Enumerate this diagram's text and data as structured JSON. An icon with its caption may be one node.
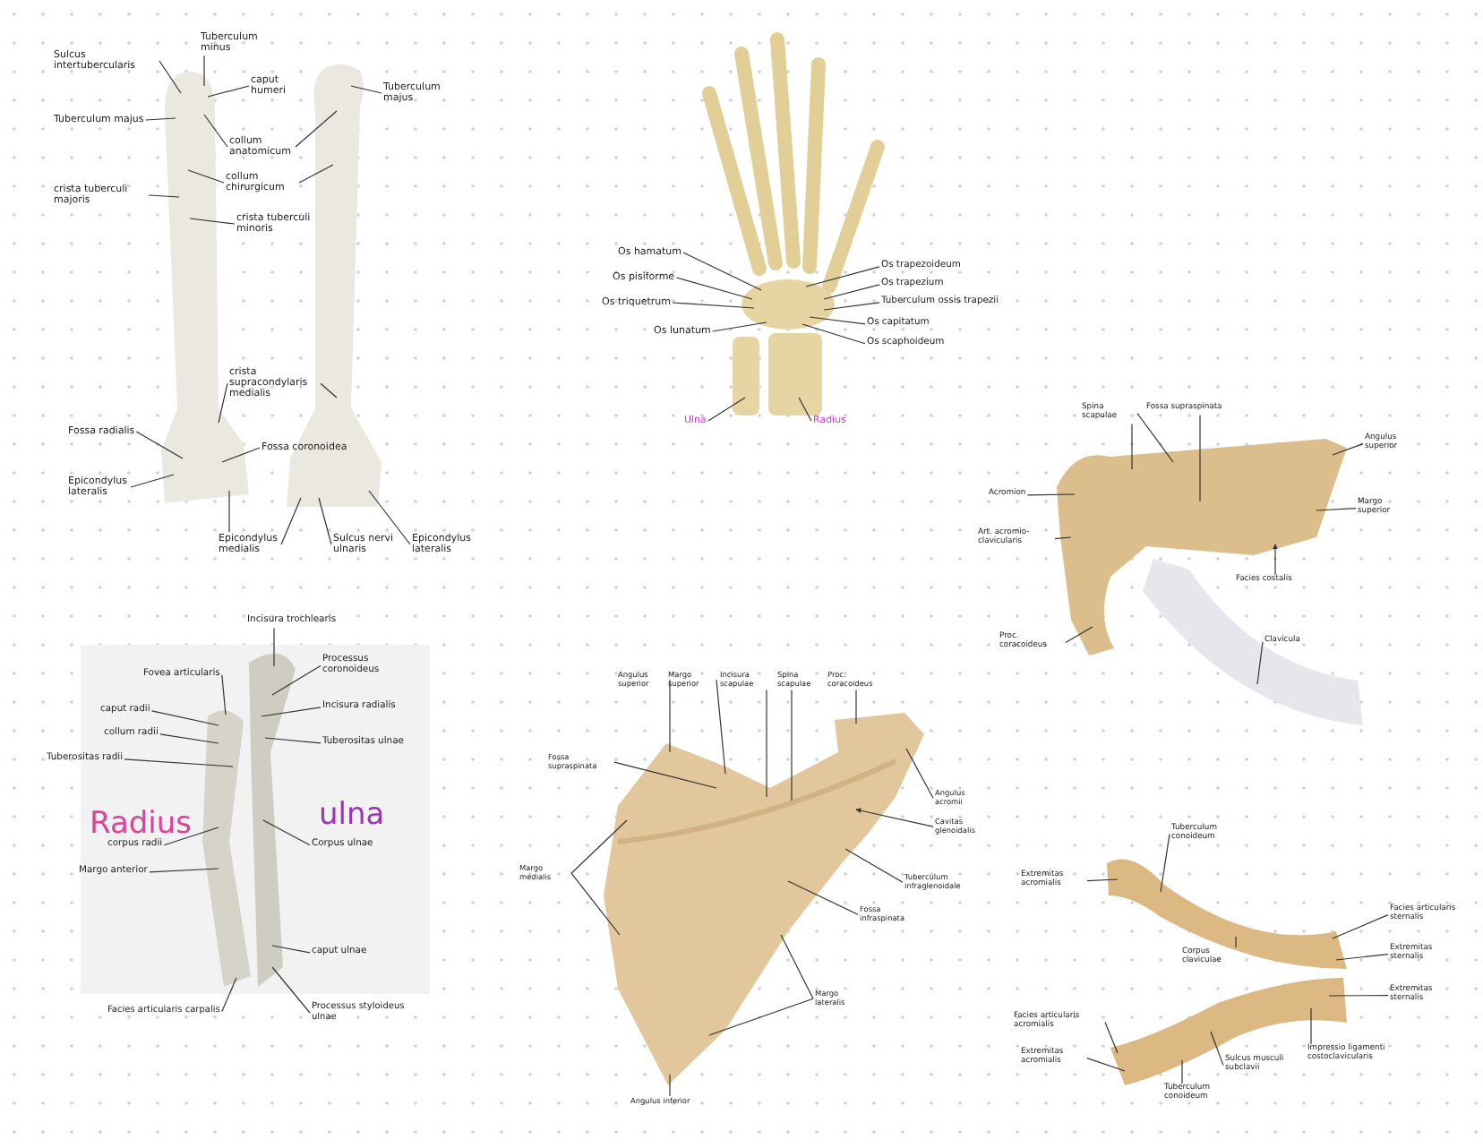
{
  "diagram": {
    "nodes": [
      {
        "text": [
          "Sulcus intertubercularis"
        ]
      },
      {
        "text": [
          "Tuberculum minus"
        ]
      },
      {
        "text": [
          "caput humeri"
        ]
      },
      {
        "text": [
          "Tuberculum majus"
        ]
      },
      {
        "text": [
          "Tuberculum majus"
        ]
      },
      {
        "text": [
          "collum anatomicum"
        ]
      },
      {
        "text": [
          "collum chirurgicum"
        ]
      },
      {
        "text": [
          "crista tuberculi majoris"
        ]
      },
      {
        "text": [
          "crista tuberculi minoris"
        ]
      },
      {
        "text": [
          "crista supracondylaris medialis"
        ]
      },
      {
        "text": [
          "Fossa radialis"
        ]
      },
      {
        "text": [
          "Fossa coronoidea"
        ]
      },
      {
        "text": [
          "Epicondylus lateralis"
        ]
      },
      {
        "text": [
          "Epicondylus medialis"
        ]
      },
      {
        "text": [
          "Sulcus nervi ulnaris"
        ]
      },
      {
        "text": [
          "Epicondylus lateralis"
        ]
      },
      {
        "text": [
          "Os hamatum"
        ]
      },
      {
        "text": [
          "Os pisiforme"
        ]
      },
      {
        "text": [
          "Os triquetrum"
        ]
      },
      {
        "text": [
          "Os lunatum"
        ]
      },
      {
        "text": [
          "Os trapezoideum"
        ]
      },
      {
        "text": [
          "Os trapezium"
        ]
      },
      {
        "text": [
          "Tuberculum ossis trapezii"
        ]
      },
      {
        "text": [
          "Os capitatum"
        ]
      },
      {
        "text": [
          "Os scaphoideum"
        ]
      },
      {
        "text": [
          "Ulna"
        ]
      },
      {
        "text": [
          "Radius"
        ]
      },
      {
        "text": [
          "Spina scapulae"
        ]
      },
      {
        "text": [
          "Fossa supraspinata"
        ]
      },
      {
        "text": [
          "Angulus superior"
        ]
      },
      {
        "text": [
          "Acromion"
        ]
      },
      {
        "text": [
          "Art. acromio-clavicularis"
        ]
      },
      {
        "text": [
          "Margo superior"
        ]
      },
      {
        "text": [
          "Facies costalis"
        ]
      },
      {
        "text": [
          "Proc. coracoideus"
        ]
      },
      {
        "text": [
          "Clavicula"
        ]
      },
      {
        "text": [
          "Angulus superior"
        ]
      },
      {
        "text": [
          "Margo superior"
        ]
      },
      {
        "text": [
          "Incisura scapulae"
        ]
      },
      {
        "text": [
          "Spina scapulae"
        ]
      },
      {
        "text": [
          "Proc. coracoideus"
        ]
      },
      {
        "text": [
          "Fossa supraspinata"
        ]
      },
      {
        "text": [
          "Angulus acromii"
        ]
      },
      {
        "text": [
          "Cavitas glenoidalis"
        ]
      },
      {
        "text": [
          "Tuberculum infraglenoidale"
        ]
      },
      {
        "text": [
          "Margo medialis"
        ]
      },
      {
        "text": [
          "Fossa infraspinata"
        ]
      },
      {
        "text": [
          "Margo lateralis"
        ]
      },
      {
        "text": [
          "Angulus inferior"
        ]
      },
      {
        "text": [
          "Incisura trochlearis"
        ]
      },
      {
        "text": [
          "Fovea articularis"
        ]
      },
      {
        "text": [
          "Processus coronoideus"
        ]
      },
      {
        "text": [
          "caput radii"
        ]
      },
      {
        "text": [
          "Incisura radialis"
        ]
      },
      {
        "text": [
          "collum radii"
        ]
      },
      {
        "text": [
          "Tuberositas ulnae"
        ]
      },
      {
        "text": [
          "Tuberositas radii"
        ]
      },
      {
        "text": [
          "corpus radii"
        ]
      },
      {
        "text": [
          "Corpus ulnae"
        ]
      },
      {
        "text": [
          "Margo anterior"
        ]
      },
      {
        "text": [
          "caput ulnae"
        ]
      },
      {
        "text": [
          "Facies articularis carpalis"
        ]
      },
      {
        "text": [
          "Processus styloideus ulnae"
        ]
      },
      {
        "text": [
          "Tuberculum conoideum"
        ]
      },
      {
        "text": [
          "Extremitas acromialis"
        ]
      },
      {
        "text": [
          "Corpus claviculae"
        ]
      },
      {
        "text": [
          "Facies articularis sternalis"
        ]
      },
      {
        "text": [
          "Extremitas sternalis"
        ]
      },
      {
        "text": [
          "Extremitas sternalis"
        ]
      },
      {
        "text": [
          "Impressio ligamenti costoclavicularis"
        ]
      },
      {
        "text": [
          "Facies articularis acromialis"
        ]
      },
      {
        "text": [
          "Extremitas acromialis"
        ]
      },
      {
        "text": [
          "Sulcus musculi subclavii"
        ]
      },
      {
        "text": [
          "Tuberculum conoideum"
        ]
      }
    ],
    "edges": [
      {
        "from": 0,
        "to": null,
        "arrow": "none"
      },
      {
        "from": 1,
        "to": null,
        "arrow": "none"
      },
      {
        "from": 2,
        "to": null,
        "arrow": "none"
      },
      {
        "from": 3,
        "to": null,
        "arrow": "none"
      },
      {
        "from": 4,
        "to": null,
        "arrow": "none"
      },
      {
        "from": 5,
        "to": null,
        "arrow": "none"
      },
      {
        "from": 5,
        "to": null,
        "arrow": "none"
      },
      {
        "from": 6,
        "to": null,
        "arrow": "none"
      },
      {
        "from": 6,
        "to": null,
        "arrow": "none"
      },
      {
        "from": 7,
        "to": null,
        "arrow": "none"
      },
      {
        "from": 8,
        "to": null,
        "arrow": "none"
      },
      {
        "from": 9,
        "to": null,
        "arrow": "none"
      },
      {
        "from": 9,
        "to": null,
        "arrow": "none"
      },
      {
        "from": 10,
        "to": null,
        "arrow": "none"
      },
      {
        "from": 11,
        "to": null,
        "arrow": "none"
      },
      {
        "from": 12,
        "to": null,
        "arrow": "none"
      },
      {
        "from": 13,
        "to": null,
        "arrow": "none"
      },
      {
        "from": 13,
        "to": null,
        "arrow": "none"
      },
      {
        "from": 14,
        "to": null,
        "arrow": "none"
      },
      {
        "from": 15,
        "to": null,
        "arrow": "none"
      },
      {
        "from": 16,
        "to": null,
        "arrow": "none"
      },
      {
        "from": 17,
        "to": null,
        "arrow": "none"
      },
      {
        "from": 18,
        "to": null,
        "arrow": "none"
      },
      {
        "from": 19,
        "to": null,
        "arrow": "none"
      },
      {
        "from": 20,
        "to": null,
        "arrow": "none"
      },
      {
        "from": 21,
        "to": null,
        "arrow": "none"
      },
      {
        "from": 22,
        "to": null,
        "arrow": "none"
      },
      {
        "from": 23,
        "to": null,
        "arrow": "none"
      },
      {
        "from": 24,
        "to": null,
        "arrow": "none"
      },
      {
        "from": 25,
        "to": null,
        "arrow": "none"
      },
      {
        "from": 26,
        "to": null,
        "arrow": "none"
      },
      {
        "from": 27,
        "to": null,
        "arrow": "none"
      },
      {
        "from": 27,
        "to": null,
        "arrow": "none"
      },
      {
        "from": 28,
        "to": null,
        "arrow": "none"
      },
      {
        "from": 29,
        "to": null,
        "arrow": "none"
      },
      {
        "from": 30,
        "to": null,
        "arrow": "none"
      },
      {
        "from": 31,
        "to": null,
        "arrow": "none"
      },
      {
        "from": 32,
        "to": null,
        "arrow": "none"
      },
      {
        "from": 33,
        "to": null,
        "arrow": "to"
      },
      {
        "from": 34,
        "to": null,
        "arrow": "none"
      },
      {
        "from": 35,
        "to": null,
        "arrow": "none"
      },
      {
        "from": 36,
        "to": null,
        "arrow": "none"
      },
      {
        "from": 37,
        "to": null,
        "arrow": "none"
      },
      {
        "from": 38,
        "to": null,
        "arrow": "none"
      },
      {
        "from": 39,
        "to": null,
        "arrow": "none"
      },
      {
        "from": 40,
        "to": null,
        "arrow": "none"
      },
      {
        "from": 41,
        "to": null,
        "arrow": "none"
      },
      {
        "from": 42,
        "to": null,
        "arrow": "none"
      },
      {
        "from": 43,
        "to": null,
        "arrow": "to"
      },
      {
        "from": 44,
        "to": null,
        "arrow": "none"
      },
      {
        "from": 45,
        "to": null,
        "arrow": "none"
      },
      {
        "from": 45,
        "to": null,
        "arrow": "none"
      },
      {
        "from": 46,
        "to": null,
        "arrow": "none"
      },
      {
        "from": 47,
        "to": null,
        "arrow": "none"
      },
      {
        "from": 47,
        "to": null,
        "arrow": "none"
      },
      {
        "from": 48,
        "to": null,
        "arrow": "none"
      },
      {
        "from": 49,
        "to": null,
        "arrow": "none"
      },
      {
        "from": 50,
        "to": null,
        "arrow": "none"
      },
      {
        "from": 51,
        "to": null,
        "arrow": "none"
      },
      {
        "from": 52,
        "to": null,
        "arrow": "none"
      },
      {
        "from": 53,
        "to": null,
        "arrow": "none"
      },
      {
        "from": 54,
        "to": null,
        "arrow": "none"
      },
      {
        "from": 55,
        "to": null,
        "arrow": "none"
      },
      {
        "from": 56,
        "to": null,
        "arrow": "none"
      },
      {
        "from": 57,
        "to": null,
        "arrow": "none"
      },
      {
        "from": 58,
        "to": null,
        "arrow": "none"
      },
      {
        "from": 59,
        "to": null,
        "arrow": "none"
      },
      {
        "from": 60,
        "to": null,
        "arrow": "none"
      },
      {
        "from": 61,
        "to": null,
        "arrow": "none"
      },
      {
        "from": 62,
        "to": null,
        "arrow": "none"
      },
      {
        "from": 63,
        "to": null,
        "arrow": "none"
      },
      {
        "from": 64,
        "to": null,
        "arrow": "none"
      },
      {
        "from": 65,
        "to": null,
        "arrow": "none"
      },
      {
        "from": 66,
        "to": null,
        "arrow": "none"
      },
      {
        "from": 67,
        "to": null,
        "arrow": "none"
      },
      {
        "from": 68,
        "to": null,
        "arrow": "none"
      },
      {
        "from": 69,
        "to": null,
        "arrow": "none"
      },
      {
        "from": 70,
        "to": null,
        "arrow": "none"
      },
      {
        "from": 71,
        "to": null,
        "arrow": "none"
      },
      {
        "from": 72,
        "to": null,
        "arrow": "none"
      },
      {
        "from": 73,
        "to": null,
        "arrow": "none"
      }
    ],
    "labels": [
      "Radius",
      "ulna"
    ]
  }
}
